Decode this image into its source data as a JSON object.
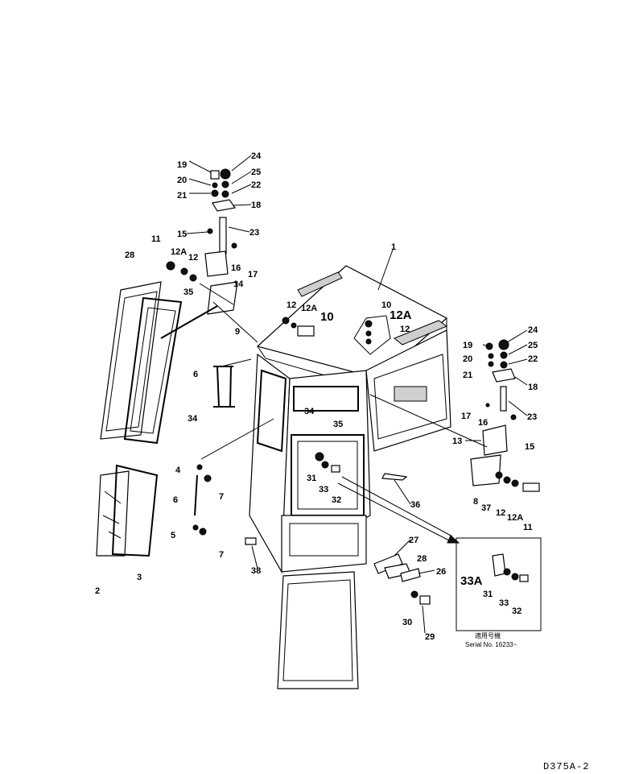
{
  "diagram": {
    "drawing_code": "D375A-2",
    "inset": {
      "serial_label": "Serial No. 16233~",
      "jp_label": "適用号機"
    },
    "labels": [
      "1",
      "2",
      "3",
      "4",
      "5",
      "6",
      "7",
      "8",
      "9",
      "10",
      "11",
      "12",
      "12A",
      "13",
      "14",
      "15",
      "16",
      "17",
      "18",
      "19",
      "20",
      "21",
      "22",
      "23",
      "24",
      "25",
      "26",
      "27",
      "28",
      "29",
      "30",
      "31",
      "32",
      "33",
      "33A",
      "34",
      "35",
      "36",
      "37",
      "38"
    ]
  }
}
